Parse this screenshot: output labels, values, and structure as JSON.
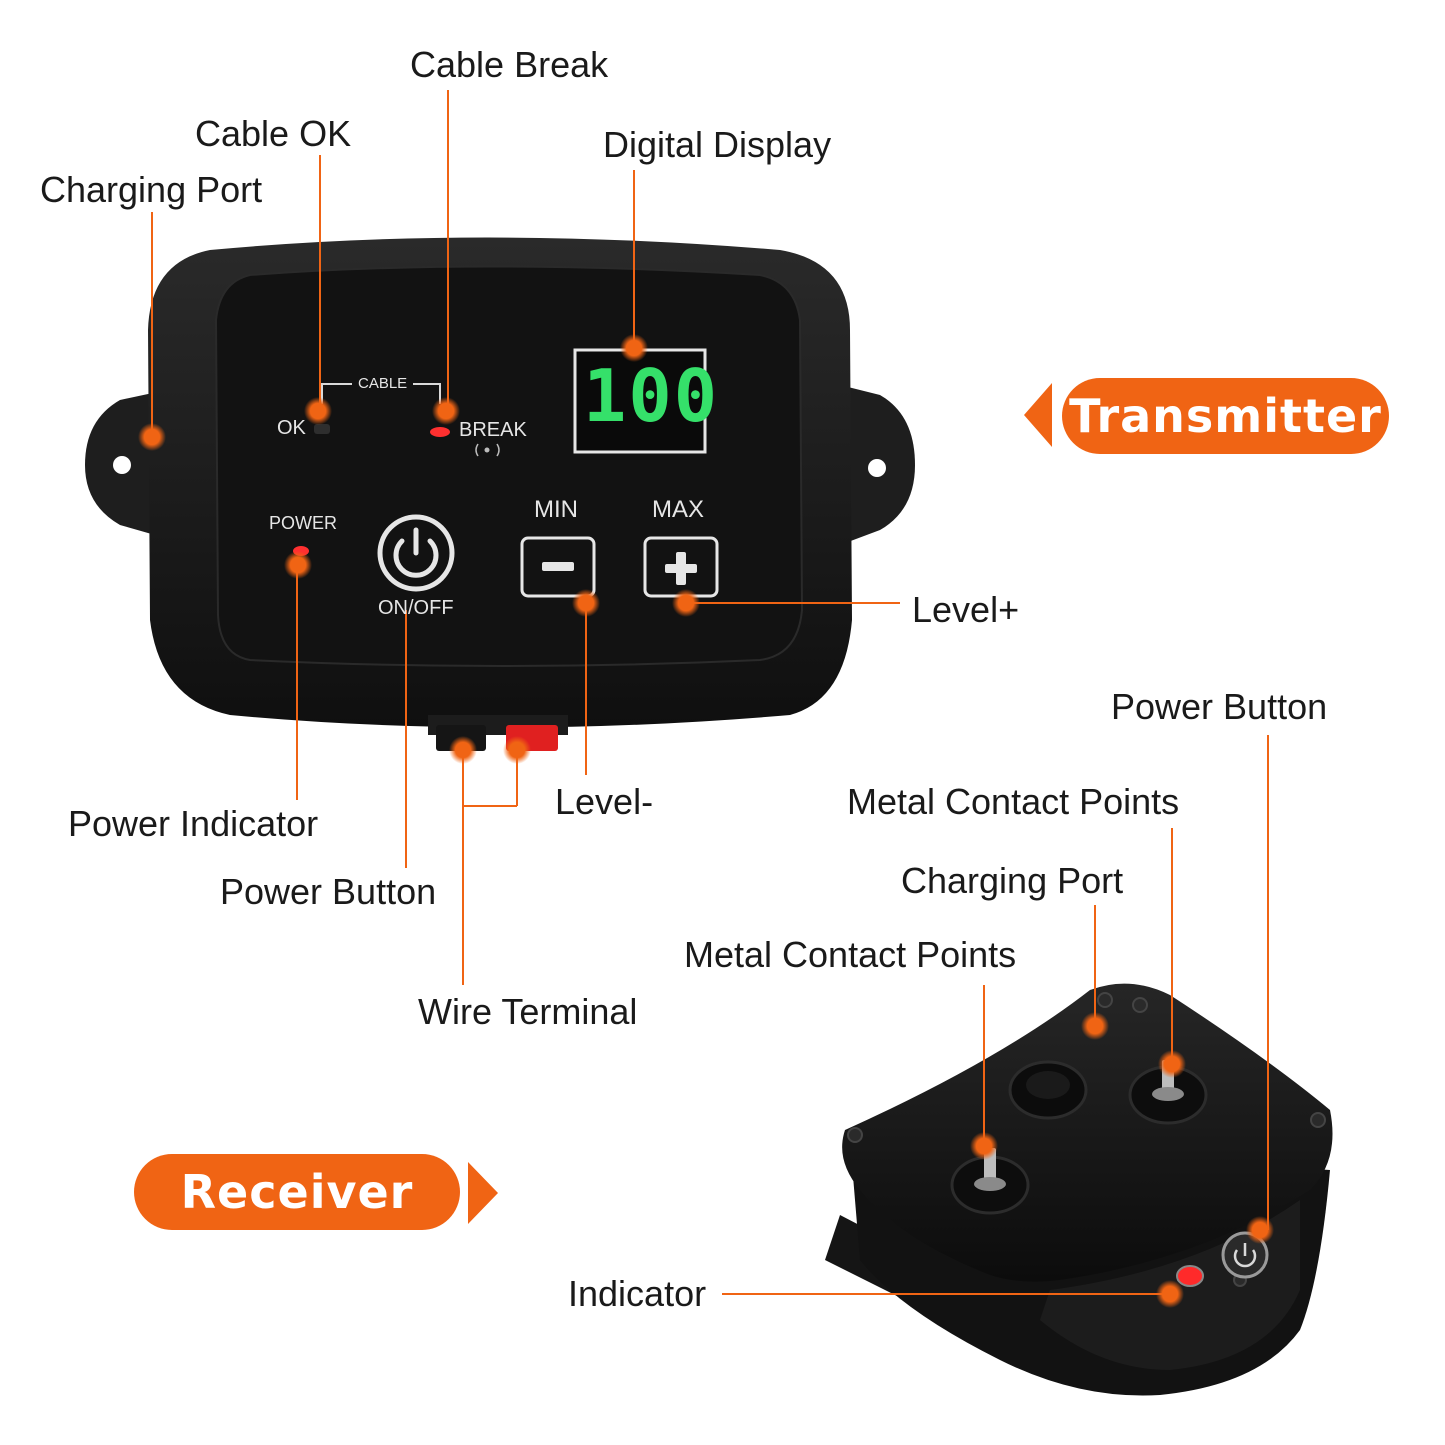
{
  "transmitter": {
    "tag": "Transmitter",
    "panel": {
      "cable_label": "CABLE",
      "ok_label": "OK",
      "break_label": "BREAK",
      "power_label": "POWER",
      "onoff_label": "ON/OFF",
      "min_label": "MIN",
      "max_label": "MAX",
      "display_value": "100",
      "display_color": "#35e06a",
      "led_color": "#ff2020"
    },
    "callouts": {
      "cable_break": "Cable Break",
      "cable_ok": "Cable OK",
      "charging_port": "Charging Port",
      "digital_display": "Digital Display",
      "level_plus": "Level+",
      "power_indicator": "Power Indicator",
      "power_button": "Power Button",
      "level_minus": "Level-",
      "wire_terminal": "Wire Terminal"
    }
  },
  "receiver": {
    "tag": "Receiver",
    "callouts": {
      "power_button": "Power Button",
      "metal_contact_points_top": "Metal Contact Points",
      "charging_port": "Charging Port",
      "metal_contact_points_left": "Metal Contact Points",
      "indicator": "Indicator"
    }
  },
  "colors": {
    "accent": "#f06414",
    "device_body": "#1c1c1c",
    "device_face": "#111111"
  }
}
